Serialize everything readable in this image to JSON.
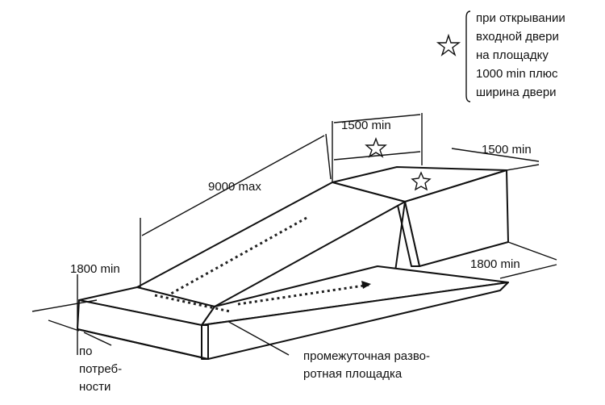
{
  "note": {
    "lines": [
      "при открывании",
      "входной двери",
      "на площадку",
      "1000 min плюс",
      "ширина двери"
    ]
  },
  "dimensions": {
    "top_landing_length": "1500 min",
    "top_landing_width": "1500 min",
    "ramp_length": "9000 max",
    "bottom_landing_length": "1800 min",
    "lower_ramp_width": "1800 min"
  },
  "labels": {
    "as_needed": [
      "по",
      "потреб-",
      "ности"
    ],
    "turn_platform": [
      "промежуточная разво-",
      "ротная площадка"
    ]
  }
}
